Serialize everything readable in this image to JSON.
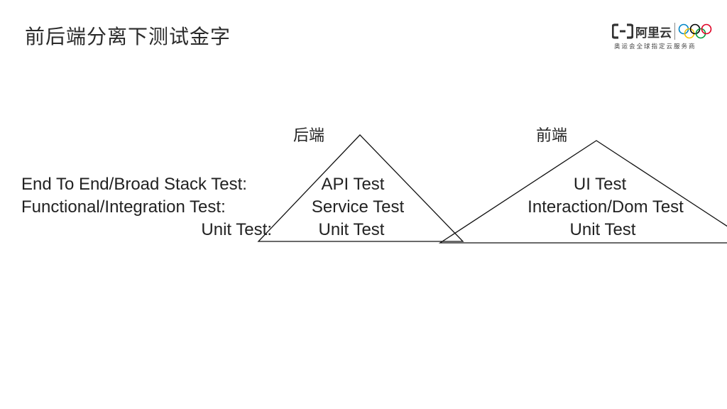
{
  "slide": {
    "title": "前后端分离下测试金字"
  },
  "logo": {
    "name": "阿里云",
    "tagline": "奥运会全球指定云服务商",
    "ring_colors": [
      "#0085c7",
      "#f4c300",
      "#000000",
      "#009f3d",
      "#df0024"
    ]
  },
  "levels": {
    "e2e": "End To End/Broad Stack Test:",
    "functional": "Functional/Integration Test:",
    "unit": "Unit Test:"
  },
  "pyramids": [
    {
      "heading": "后端",
      "tiers": [
        "API Test",
        "Service Test",
        "Unit Test"
      ]
    },
    {
      "heading": "前端",
      "tiers": [
        "UI Test",
        "Interaction/Dom Test",
        "Unit Test"
      ]
    }
  ]
}
